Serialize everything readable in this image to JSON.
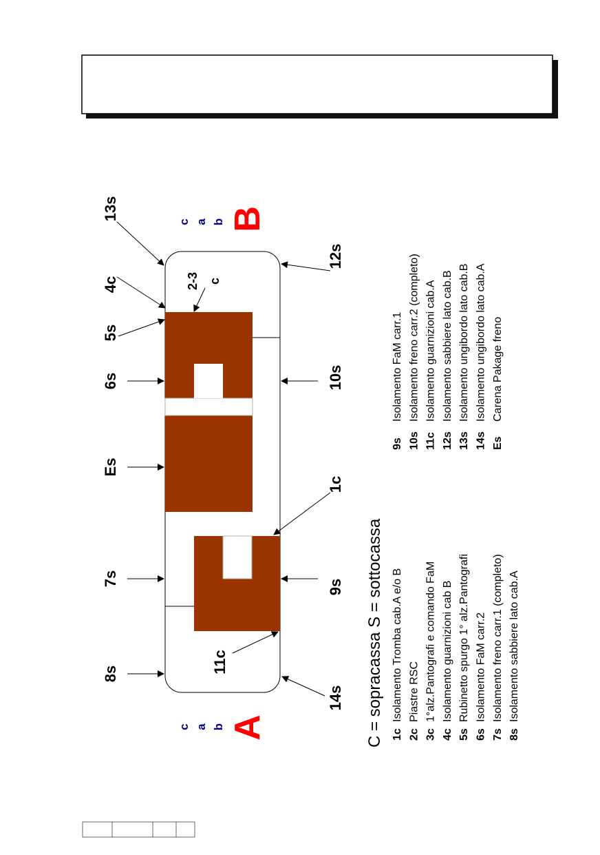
{
  "title_box": {
    "text": ""
  },
  "cabins": {
    "a": {
      "letter": "A",
      "sub": [
        "c",
        "a",
        "b"
      ]
    },
    "b": {
      "letter": "B",
      "sub": [
        "c",
        "a",
        "b"
      ]
    }
  },
  "labels": {
    "s8": "8s",
    "s7": "7s",
    "es": "Es",
    "s6": "6s",
    "s5": "5s",
    "c4": "4c",
    "s13": "13s",
    "c11": "11c",
    "s14": "14s",
    "s9": "9s",
    "c1": "1c",
    "s10": "10s",
    "s12": "12s",
    "c23": "2-3",
    "c23b": "c"
  },
  "legend": {
    "heading": "C = sopracassa   S = sottocassa",
    "left": [
      {
        "code": "1c",
        "text": "Isolamento Tromba cab.A e/o B"
      },
      {
        "code": "2c",
        "text": "Piastre RSC"
      },
      {
        "code": "3c",
        "text": "1°alz.Pantografi e comando FaM"
      },
      {
        "code": "4c",
        "text": "Isolamento guarnizioni cab B"
      },
      {
        "code": "5s",
        "text": "Rubinetto spurgo 1° alz.Pantografi"
      },
      {
        "code": "6s",
        "text": "Isolamento FaM carr.2"
      },
      {
        "code": "7s",
        "text": "Isolamento freno carr.1 (completo)"
      },
      {
        "code": "8s",
        "text": "Isolamento sabbiere lato cab.A"
      }
    ],
    "right": [
      {
        "code": "9s",
        "text": "Isolamento FaM carr.1"
      },
      {
        "code": "10s",
        "text": "Isolamento freno carr.2 (completo)"
      },
      {
        "code": "11c",
        "text": "Isolamento guarnizioni cab.A"
      },
      {
        "code": "12s",
        "text": "Isolamento sabbiere lato cab.B"
      },
      {
        "code": "13s",
        "text": "Isolamento ungibordo lato cab.B"
      },
      {
        "code": "14s",
        "text": "Isolamento ungibordo lato cab.A"
      },
      {
        "code": "Es",
        "text": "Carena  Pakage freno"
      }
    ]
  },
  "colors": {
    "block": "#993300",
    "cab_letter": "#ff0000",
    "cab_small": "#000080"
  },
  "footer_table": {
    "cells": [
      "",
      "",
      "",
      ""
    ]
  }
}
